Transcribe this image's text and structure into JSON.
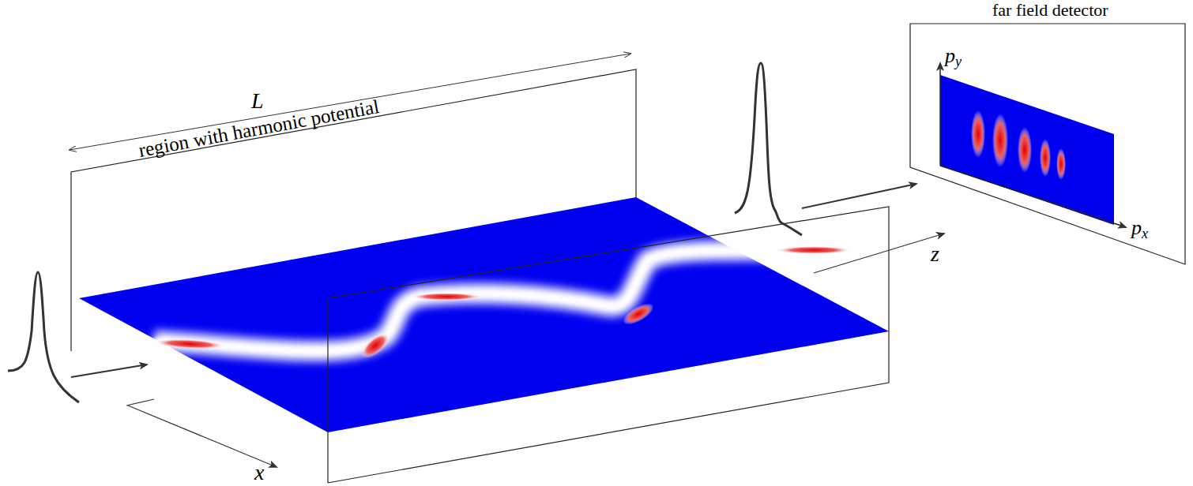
{
  "diagram": {
    "labels": [
      "far field detector",
      "py",
      "L",
      "region with harmonic potential",
      "z",
      "px",
      "x"
    ]
  }
}
